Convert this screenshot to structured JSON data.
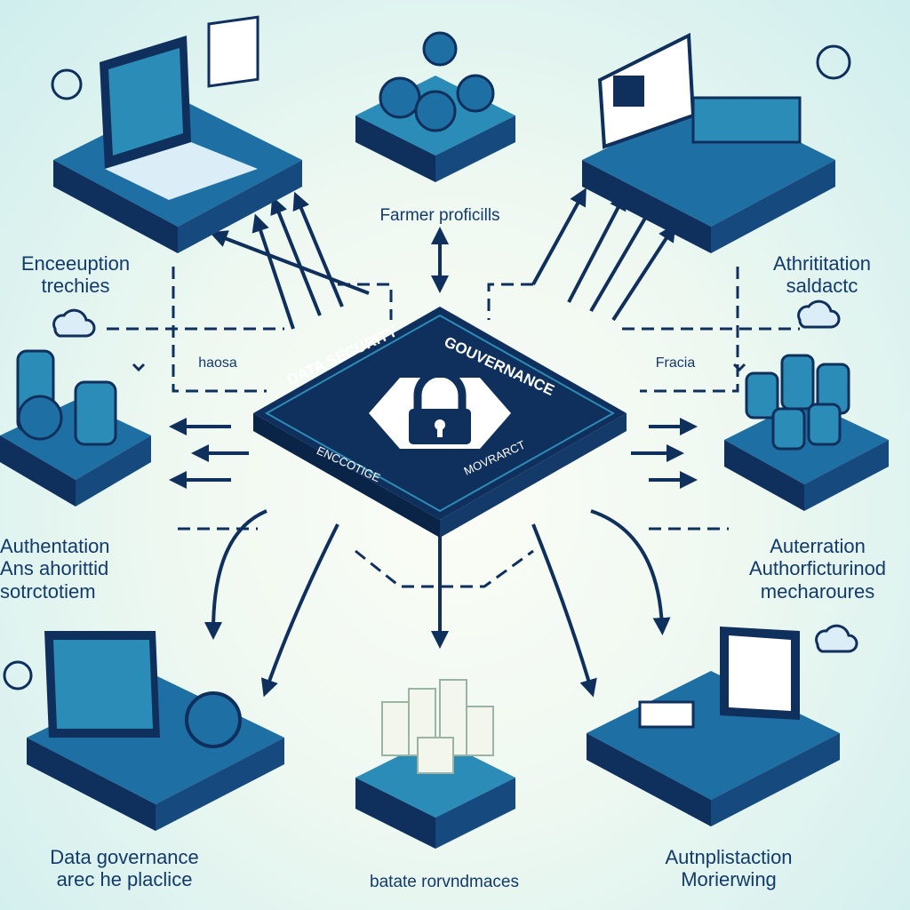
{
  "center": {
    "title_left": "DATA SECURITY",
    "title_right": "GOUVERNANCE",
    "sub_left": "ENCCOTIGE",
    "sub_right": "MOVRARCT"
  },
  "labels": {
    "top": "Farmer proficills",
    "upper_left": [
      "Enceeuption",
      "trechies"
    ],
    "upper_right": [
      "Athrititation",
      "saldactc"
    ],
    "mid_left": "haosa",
    "mid_right": "Fracia",
    "lower_left": [
      "Authentation",
      "Ans ahorittid",
      "sotrctotiem"
    ],
    "lower_right": [
      "Auterration",
      "Authorficturinod",
      "mecharoures"
    ],
    "bottom_left": [
      "Data governance",
      "arec he placlice"
    ],
    "bottom_center": "batate rorvndmaces",
    "bottom_right": [
      "Autnplistaction",
      "Morierwing"
    ]
  },
  "colors": {
    "navy": "#0f2f5c",
    "blue": "#1e6fa3",
    "teal": "#2c8cb8",
    "light": "#a7d8ea",
    "bg": "#eef8f1"
  }
}
